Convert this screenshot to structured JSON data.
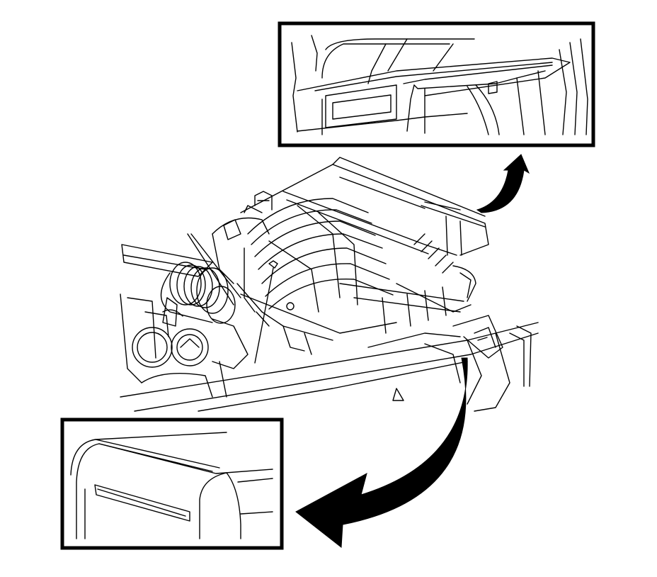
{
  "figure": {
    "ink_color": "#000000",
    "background_color": "#ffffff",
    "main_view": "engine-air-intake-assembly",
    "top_detail": "air-cleaner-housing-edge-detail",
    "bottom_detail": "rounded-cover-slot-detail",
    "top_arrow_icon": "curved-arrow-up-right-icon",
    "bottom_arrow_icon": "curved-arrow-down-left-icon"
  }
}
